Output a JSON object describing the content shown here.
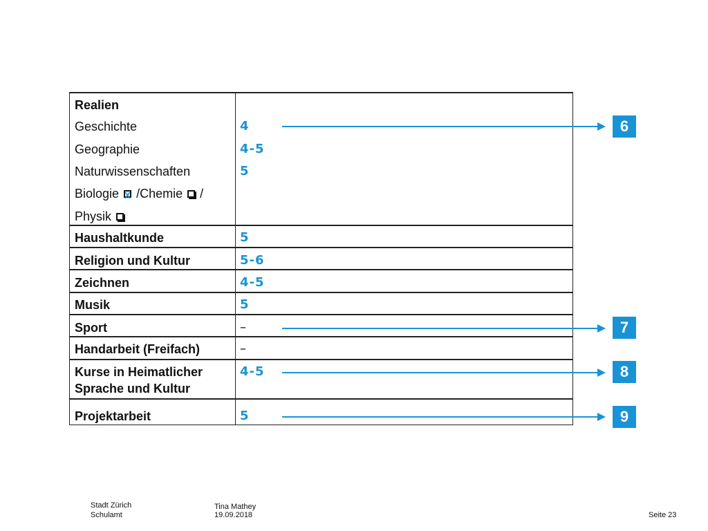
{
  "table": {
    "realien": {
      "heading": "Realien",
      "geschichte": {
        "label": "Geschichte",
        "value": "4"
      },
      "geographie": {
        "label": "Geographie",
        "value": "4-5"
      },
      "naturwissenschaften": {
        "label": "Naturwissenschaften",
        "value": "5"
      },
      "biologie_label": "Biologie",
      "chemie_label": "/Chemie",
      "slash": "/",
      "physik_label": "Physik"
    },
    "rows": [
      {
        "label": "Haushaltkunde",
        "value": "5"
      },
      {
        "label": "Religion und Kultur",
        "value": "5-6"
      },
      {
        "label": "Zeichnen",
        "value": "4-5"
      },
      {
        "label": "Musik",
        "value": "5"
      },
      {
        "label": "Sport",
        "value": "–"
      },
      {
        "label": "Handarbeit (Freifach)",
        "value": "–"
      },
      {
        "label_line1": "Kurse in Heimatlicher",
        "label_line2": "Sprache und Kultur",
        "value": "4-5"
      },
      {
        "label": "Projektarbeit",
        "value": "5"
      }
    ]
  },
  "badges": [
    "6",
    "7",
    "8",
    "9"
  ],
  "colors": {
    "accent": "#1a93d6"
  },
  "footer": {
    "org_line1": "Stadt Zürich",
    "org_line2": "Schulamt",
    "author": "Tina Mathey",
    "date": "19.09.2018",
    "page": "Seite 23"
  }
}
